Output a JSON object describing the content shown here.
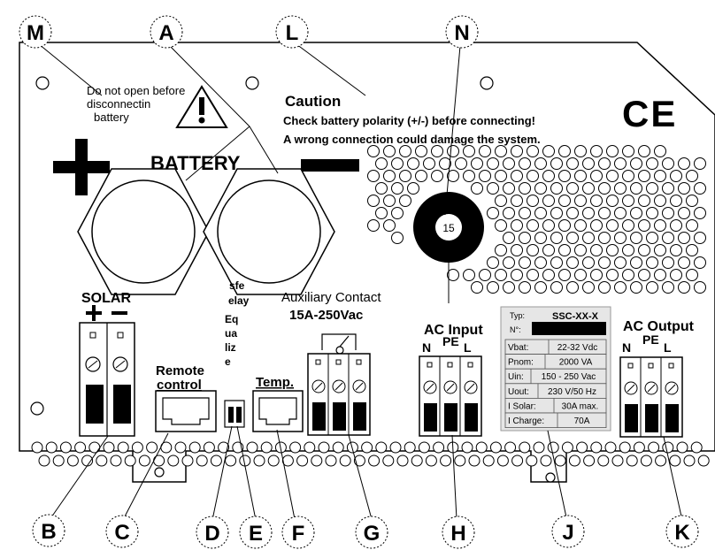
{
  "callouts": [
    "M",
    "A",
    "L",
    "N",
    "B",
    "C",
    "D",
    "E",
    "F",
    "G",
    "H",
    "J",
    "K"
  ],
  "warning": {
    "line1": "Do not open before",
    "line2": "disconnectin",
    "line3": "battery"
  },
  "caution": {
    "title": "Caution",
    "line1": "Check battery polarity (+/-) before connecting!",
    "line2": "A wrong connection could damage the system."
  },
  "ce_mark": "CE",
  "battery": {
    "label": "BATTERY",
    "plus": "+",
    "minus": "−"
  },
  "fuse_label": "15",
  "solar": {
    "label": "SOLAR",
    "plus": "+",
    "minus": "−"
  },
  "dip": {
    "line1": "sfe",
    "line2": "elay",
    "line3": "Eq",
    "line4": "ua",
    "line5": "liz",
    "line6": "e"
  },
  "remote": {
    "line1": "Remote",
    "line2": "control"
  },
  "temp": "Temp.",
  "aux": {
    "title": "Auxiliary Contact",
    "rating": "15A-250Vac"
  },
  "ac_input": {
    "title": "AC Input",
    "n": "N",
    "pe": "PE",
    "l": "L"
  },
  "ac_output": {
    "title": "AC Output",
    "n": "N",
    "pe": "PE",
    "l": "L"
  },
  "nameplate": {
    "typ_label": "Typ:",
    "typ_value": "SSC-XX-X",
    "n_label": "N°:",
    "rows": [
      {
        "label": "Vbat:",
        "value": "22-32 Vdc"
      },
      {
        "label": "Pnom:",
        "value": "2000 VA"
      },
      {
        "label": "Uin:",
        "value": "150 - 250 Vac"
      },
      {
        "label": "Uout:",
        "value": "230 V/50 Hz"
      },
      {
        "label": "I Solar:",
        "value": "30A max."
      },
      {
        "label": "I Charge:",
        "value": "70A"
      }
    ]
  }
}
